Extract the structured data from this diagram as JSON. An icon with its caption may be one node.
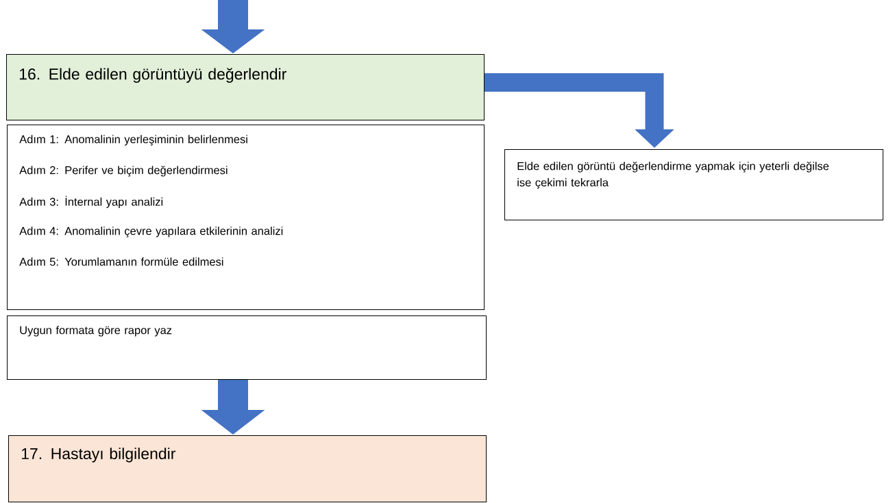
{
  "diagram": {
    "nodes": [
      {
        "text": [
          "16. Elde edilen görüntüyü değerlendir"
        ]
      },
      {
        "text": [
          "Adım 1: Anomalinin yerleşiminin belirlenmesi",
          "Adım 2: Perifer ve biçim değerlendirmesi",
          "Adım 3: İnternal yapı analizi",
          "Adım 4: Anomalinin çevre yapılara etkilerinin analizi",
          "Adım 5: Yorumlamanın formüle edilmesi"
        ]
      },
      {
        "text": [
          "Uygun formata göre rapor yaz"
        ]
      },
      {
        "text": [
          "17. Hastayı bilgilendir"
        ]
      },
      {
        "text": [
          "Elde edilen görüntü değerlendirme yapmak için yeterli değilse ise çekimi tekrarla"
        ]
      }
    ],
    "edges": [
      {
        "from": null,
        "to": 0,
        "arrow": "to"
      },
      {
        "from": 0,
        "to": 4,
        "arrow": "to"
      },
      {
        "from": 2,
        "to": 3,
        "arrow": "to"
      }
    ]
  }
}
